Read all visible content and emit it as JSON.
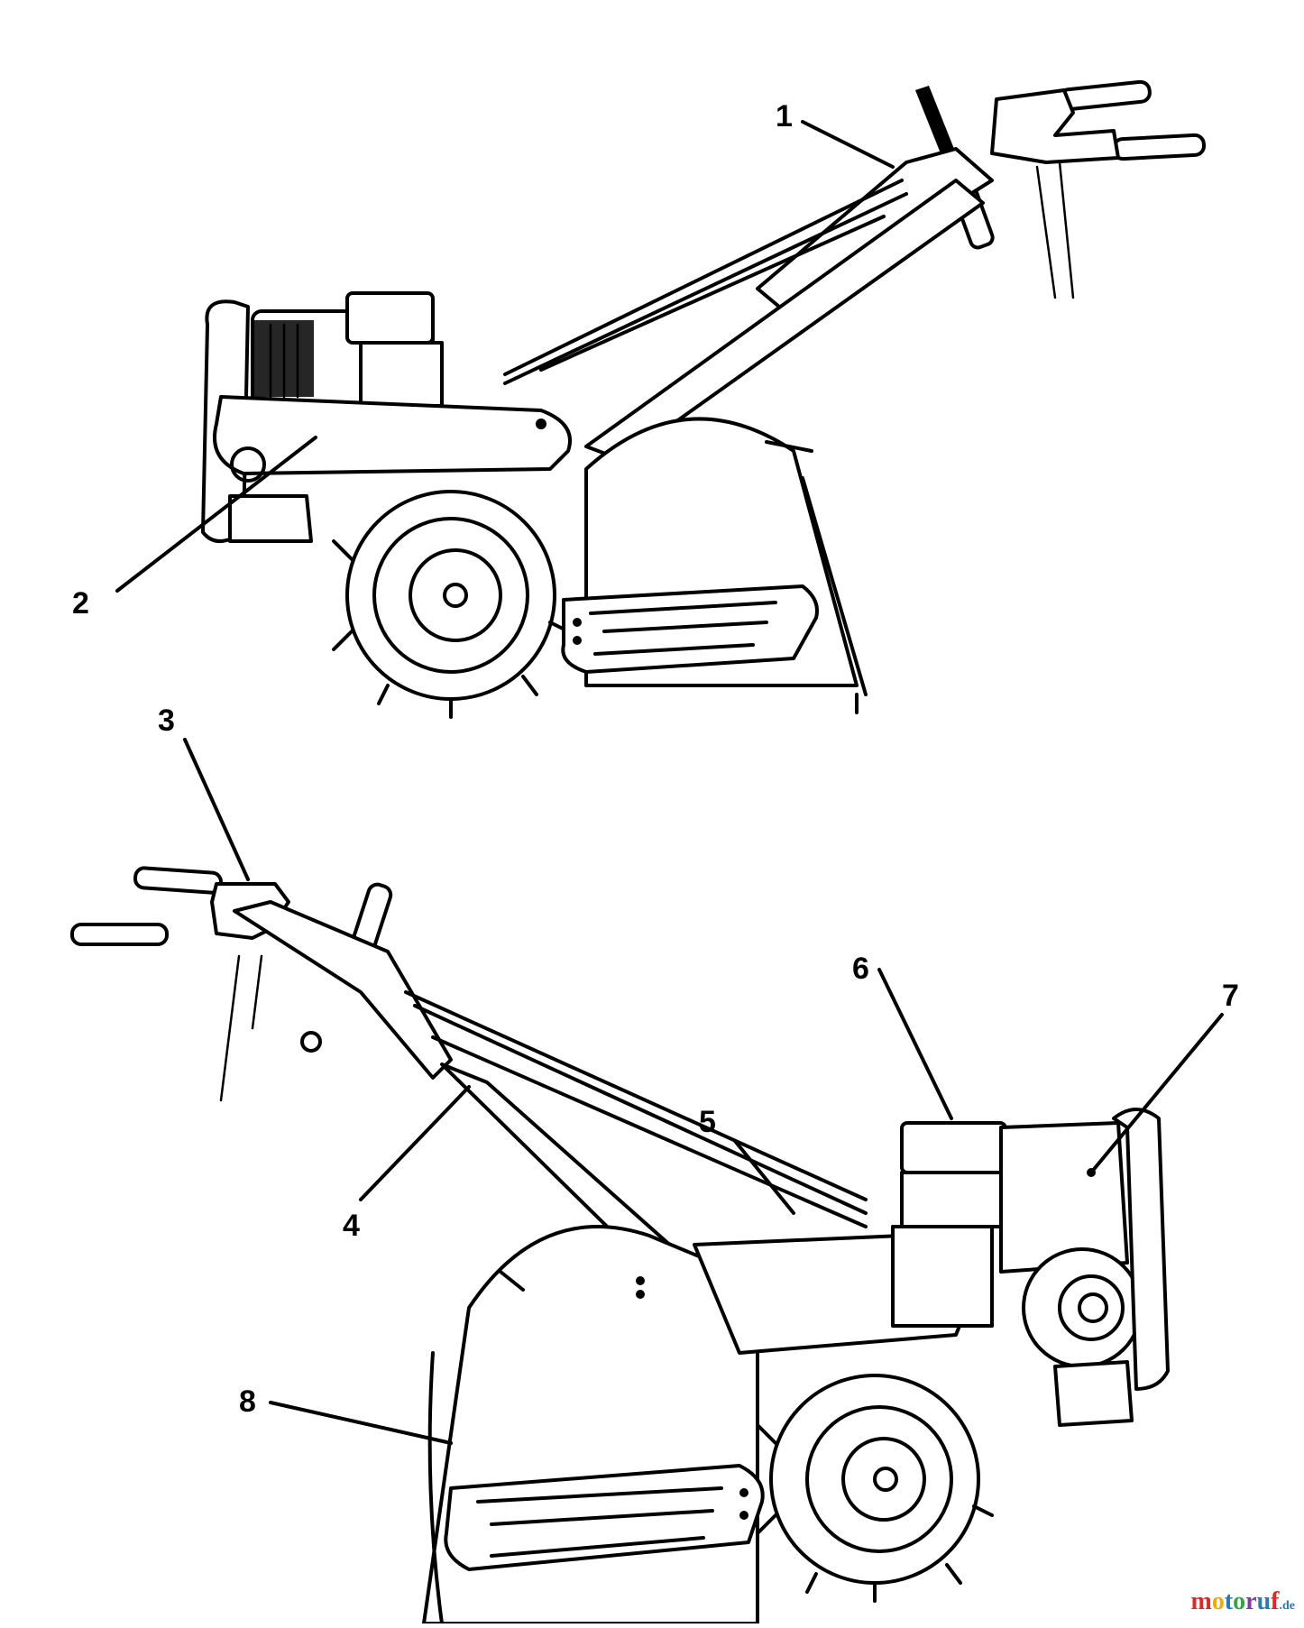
{
  "callouts": [
    {
      "id": "1",
      "label": "1"
    },
    {
      "id": "2",
      "label": "2"
    },
    {
      "id": "3",
      "label": "3"
    },
    {
      "id": "4",
      "label": "4"
    },
    {
      "id": "5",
      "label": "5"
    },
    {
      "id": "6",
      "label": "6"
    },
    {
      "id": "7",
      "label": "7"
    },
    {
      "id": "8",
      "label": "8"
    }
  ],
  "watermark": {
    "brand": "motoruf",
    "tld": ".de",
    "colors": [
      "#d62b2b",
      "#f2a900",
      "#2a7ab0",
      "#3aa14a",
      "#7a3fa0",
      "#2a7ab0",
      "#d62b2b"
    ]
  }
}
